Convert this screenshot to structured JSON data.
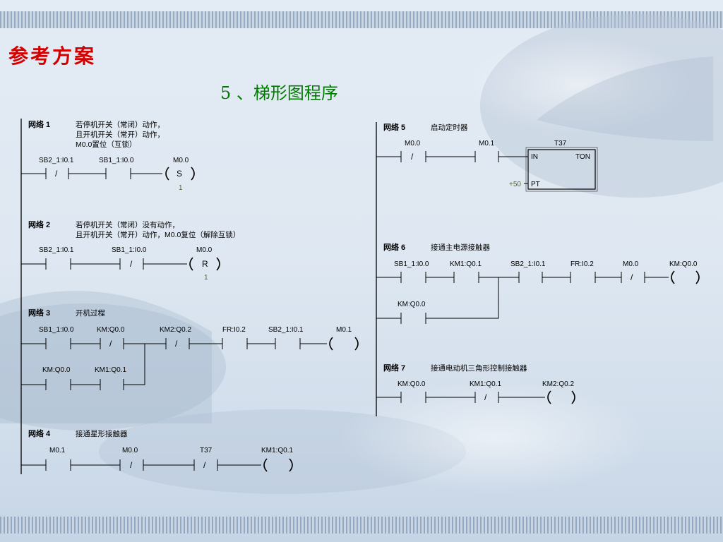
{
  "slide": {
    "heading": "参考方案",
    "subtitle": "5 、梯形图程序"
  },
  "networks": {
    "n1": {
      "title": "网络 1",
      "comment": [
        "若停机开关（常闭）动作，",
        "且开机开关（常开）动作，",
        "M0.0置位（互锁）"
      ],
      "c1": "SB2_1:I0.1",
      "c2": "SB1_1:I0.0",
      "coil": "M0.0",
      "op": "S",
      "count": "1"
    },
    "n2": {
      "title": "网络 2",
      "comment": [
        "若停机开关（常闭）没有动作，",
        "且开机开关（常开）动作，M0.0复位（解除互锁）"
      ],
      "c1": "SB2_1:I0.1",
      "c2": "SB1_1:I0.0",
      "coil": "M0.0",
      "op": "R",
      "count": "1"
    },
    "n3": {
      "title": "网络 3",
      "comment": [
        "开机过程"
      ],
      "c1": "SB1_1:I0.0",
      "c2": "KM:Q0.0",
      "c3": "KM2:Q0.2",
      "c4": "FR:I0.2",
      "c5": "SB2_1:I0.1",
      "coil": "M0.1",
      "b1": "KM:Q0.0",
      "b2": "KM1:Q0.1"
    },
    "n4": {
      "title": "网络 4",
      "comment": [
        "接通星形接触器"
      ],
      "c1": "M0.1",
      "c2": "M0.0",
      "c3": "T37",
      "coil": "KM1:Q0.1"
    },
    "n5": {
      "title": "网络 5",
      "comment": [
        "启动定时器"
      ],
      "c1": "M0.0",
      "c2": "M0.1",
      "timer": "T37",
      "in": "IN",
      "ton": "TON",
      "pt": "PT",
      "pt_value": "+50"
    },
    "n6": {
      "title": "网络 6",
      "comment": [
        "接通主电源接触器"
      ],
      "c1": "SB1_1:I0.0",
      "c2": "KM1:Q0.1",
      "c3": "SB2_1:I0.1",
      "c4": "FR:I0.2",
      "c5": "M0.0",
      "coil": "KM:Q0.0",
      "b1": "KM:Q0.0"
    },
    "n7": {
      "title": "网络 7",
      "comment": [
        "接通电动机三角形控制接触器"
      ],
      "c1": "KM:Q0.0",
      "c2": "KM1:Q0.1",
      "coil": "KM2:Q0.2"
    }
  },
  "symbols": {
    "not": "/"
  }
}
